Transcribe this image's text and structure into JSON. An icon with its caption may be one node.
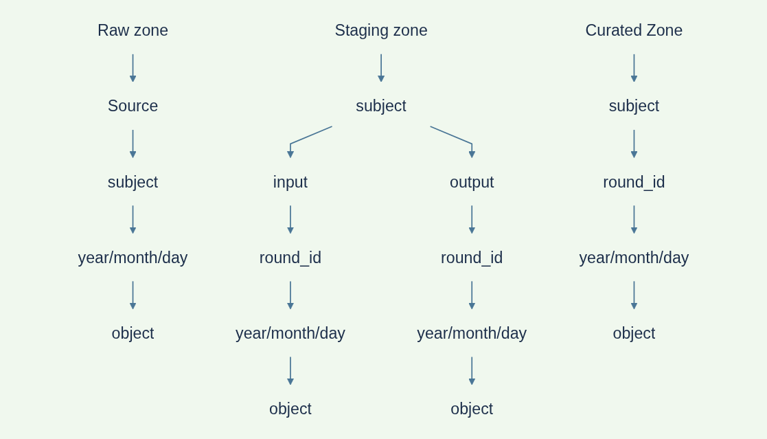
{
  "diagram": {
    "nodes": [
      {
        "text": [
          "Raw zone"
        ]
      },
      {
        "text": [
          "Source"
        ]
      },
      {
        "text": [
          "subject"
        ]
      },
      {
        "text": [
          "year/month/day"
        ]
      },
      {
        "text": [
          "object"
        ]
      },
      {
        "text": [
          "Staging zone"
        ]
      },
      {
        "text": [
          "subject"
        ]
      },
      {
        "text": [
          "input"
        ]
      },
      {
        "text": [
          "output"
        ]
      },
      {
        "text": [
          "round_id"
        ]
      },
      {
        "text": [
          "year/month/day"
        ]
      },
      {
        "text": [
          "object"
        ]
      },
      {
        "text": [
          "round_id"
        ]
      },
      {
        "text": [
          "year/month/day"
        ]
      },
      {
        "text": [
          "object"
        ]
      },
      {
        "text": [
          "Curated Zone"
        ]
      },
      {
        "text": [
          "subject"
        ]
      },
      {
        "text": [
          "round_id"
        ]
      },
      {
        "text": [
          "year/month/day"
        ]
      },
      {
        "text": [
          "object"
        ]
      }
    ],
    "edges": [
      {
        "from": 0,
        "to": 1,
        "arrow": "to"
      },
      {
        "from": 1,
        "to": 2,
        "arrow": "to"
      },
      {
        "from": 2,
        "to": 3,
        "arrow": "to"
      },
      {
        "from": 3,
        "to": 4,
        "arrow": "to"
      },
      {
        "from": 5,
        "to": 6,
        "arrow": "to"
      },
      {
        "from": 6,
        "to": 7,
        "arrow": "to"
      },
      {
        "from": 6,
        "to": 8,
        "arrow": "to"
      },
      {
        "from": 7,
        "to": 9,
        "arrow": "to"
      },
      {
        "from": 9,
        "to": 10,
        "arrow": "to"
      },
      {
        "from": 10,
        "to": 11,
        "arrow": "to"
      },
      {
        "from": 8,
        "to": 12,
        "arrow": "to"
      },
      {
        "from": 12,
        "to": 13,
        "arrow": "to"
      },
      {
        "from": 13,
        "to": 14,
        "arrow": "to"
      },
      {
        "from": 15,
        "to": 16,
        "arrow": "to"
      },
      {
        "from": 16,
        "to": 17,
        "arrow": "to"
      },
      {
        "from": 17,
        "to": 18,
        "arrow": "to"
      },
      {
        "from": 18,
        "to": 19,
        "arrow": "to"
      }
    ]
  }
}
